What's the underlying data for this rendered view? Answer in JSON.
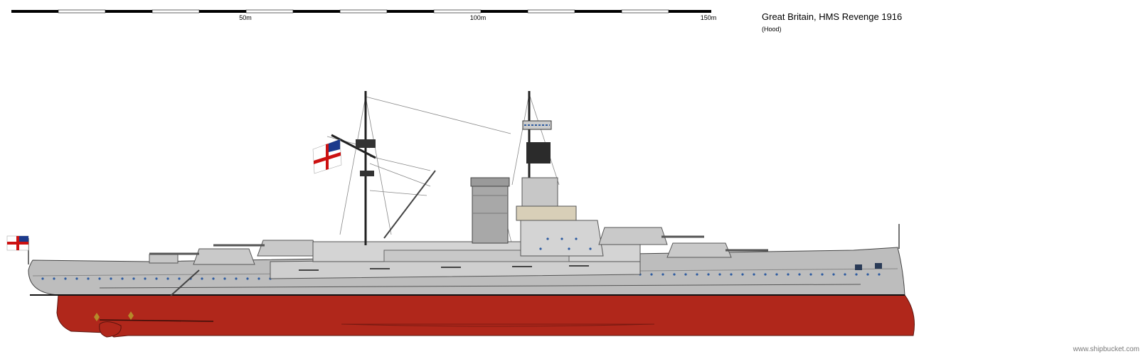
{
  "scale_bar": {
    "labels": [
      "50m",
      "100m",
      "150m"
    ]
  },
  "caption": {
    "title": "Great Britain, HMS Revenge 1916",
    "subtitle": "(Hood)"
  },
  "credit": "www.shipbucket.com",
  "colors": {
    "hull_below_waterline": "#b0271b",
    "hull_above_waterline": "#bdbdbd",
    "superstructure": "#d4d4d4",
    "funnel": "#a8a8a8",
    "mast": "#222222",
    "ensign_cross": "#cc1111"
  }
}
